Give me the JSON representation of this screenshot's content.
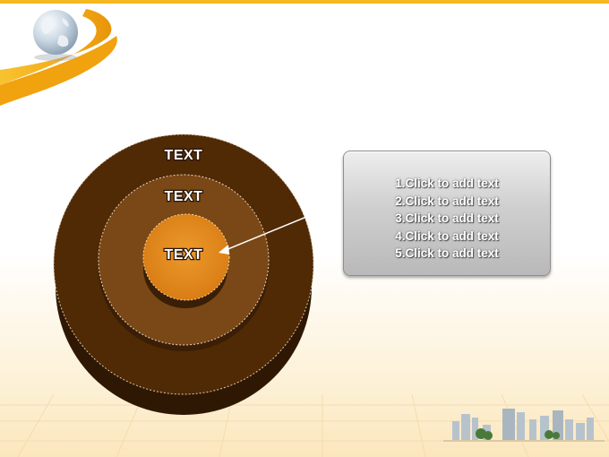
{
  "diagram": {
    "rings": [
      {
        "label": "TEXT",
        "color": "#502a05"
      },
      {
        "label": "TEXT",
        "color": "#7a4716"
      },
      {
        "label": "TEXT",
        "color": "#e08a1e"
      }
    ]
  },
  "callout": {
    "items": [
      "1.Click to add text",
      "2.Click to add text",
      "3.Click to add text",
      "4.Click to add text",
      "5.Click to add text"
    ]
  },
  "theme": {
    "accent": "#f5b820",
    "panel": "#c4c4c4"
  }
}
